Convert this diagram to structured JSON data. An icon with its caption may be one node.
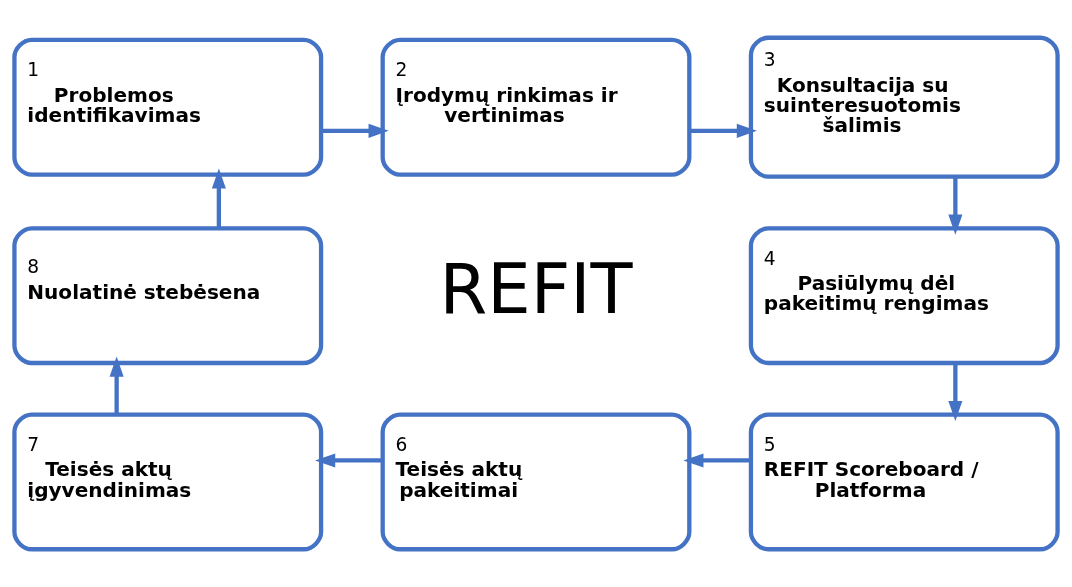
{
  "diagram": {
    "nodes": [
      {
        "text": [
          "1",
          "Problemos identifikavimas"
        ]
      },
      {
        "text": [
          "2",
          "Įrodymų rinkimas ir vertinimas"
        ]
      },
      {
        "text": [
          "3",
          "Konsultacija su suinteresuotomis šalimis"
        ]
      },
      {
        "text": [
          "4",
          "Pasiūlymų dėl pakeitimų rengimas"
        ]
      },
      {
        "text": [
          "5",
          "REFIT Scoreboard / Platforma"
        ]
      },
      {
        "text": [
          "6",
          "Teisės aktų pakeitimai"
        ]
      },
      {
        "text": [
          "7",
          "Teisės aktų įgyvendinimas"
        ]
      },
      {
        "text": [
          "8",
          "Nuolatinė stebėsena"
        ]
      }
    ],
    "edges": [
      {
        "from": 0,
        "to": 1,
        "arrow": "to"
      },
      {
        "from": 1,
        "to": 2,
        "arrow": "to"
      },
      {
        "from": 2,
        "to": 3,
        "arrow": "to"
      },
      {
        "from": 3,
        "to": 4,
        "arrow": "to"
      },
      {
        "from": 4,
        "to": 5,
        "arrow": "to"
      },
      {
        "from": 5,
        "to": 6,
        "arrow": "to"
      },
      {
        "from": 6,
        "to": 7,
        "arrow": "to"
      },
      {
        "from": 7,
        "to": 0,
        "arrow": "to"
      }
    ],
    "labels": [
      "REFIT"
    ]
  }
}
